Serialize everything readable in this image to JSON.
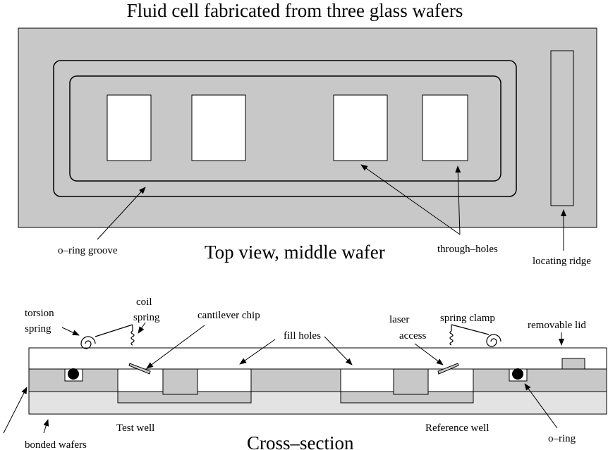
{
  "title": "Fluid cell fabricated from three glass wafers",
  "top_view": {
    "caption": "Top view, middle wafer",
    "labels": {
      "o_ring_groove": "o–ring groove",
      "through_holes": "through–holes",
      "locating_ridge": "locating ridge"
    }
  },
  "cross_section": {
    "caption": "Cross–section",
    "labels": {
      "torsion_spring_line1": "torsion",
      "torsion_spring_line2": "spring",
      "coil_spring_line1": "coil",
      "coil_spring_line2": "spring",
      "cantilever_chip": "cantilever chip",
      "fill_holes": "fill holes",
      "laser_access_line1": "laser",
      "laser_access_line2": "access",
      "spring_clamp": "spring clamp",
      "removable_lid": "removable lid",
      "test_well": "Test well",
      "reference_well": "Reference well",
      "bonded_wafers": "bonded wafers",
      "o_ring": "o–ring"
    }
  },
  "colors": {
    "wafer_gray": "#c8c8c8",
    "bottom_wafer": "#e3e3e3",
    "outline": "#000000",
    "white": "#ffffff"
  }
}
